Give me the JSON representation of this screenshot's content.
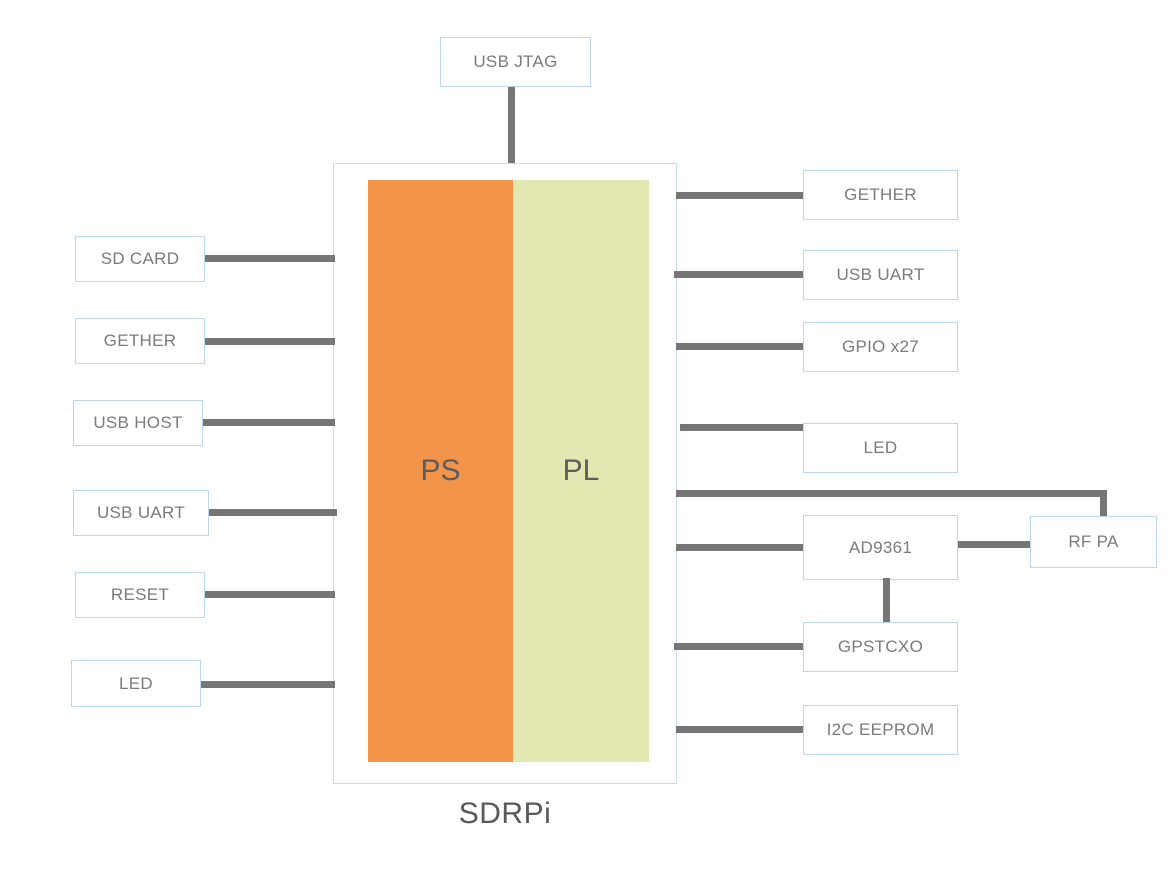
{
  "diagram": {
    "title": "SDRPi",
    "chip": {
      "ps_label": "PS",
      "pl_label": "PL",
      "ps_color": "#F2954A",
      "pl_color": "#E3E8B2",
      "frame_border_color": "#c7dcf3"
    },
    "colors": {
      "box_border": "#bcd6f0",
      "box_text": "#7b7b7b",
      "connector": "#767676",
      "background": "#ffffff"
    },
    "top_nodes": [
      {
        "label": "USB JTAG"
      }
    ],
    "left_nodes": [
      {
        "label": "SD CARD"
      },
      {
        "label": "GETHER"
      },
      {
        "label": "USB HOST"
      },
      {
        "label": "USB UART"
      },
      {
        "label": "RESET"
      },
      {
        "label": "LED"
      }
    ],
    "right_nodes": [
      {
        "label": "GETHER"
      },
      {
        "label": "USB UART"
      },
      {
        "label": "GPIO x27"
      },
      {
        "label": "LED"
      },
      {
        "label": "AD9361"
      },
      {
        "label": "GPSTCXO"
      },
      {
        "label": "I2C EEPROM"
      }
    ],
    "far_right_nodes": [
      {
        "label": "RF PA"
      }
    ],
    "connections": [
      {
        "from": "USB JTAG",
        "to": "SDRPi",
        "orientation": "vertical"
      },
      {
        "from": "SD CARD",
        "to": "SDRPi",
        "orientation": "horizontal"
      },
      {
        "from": "GETHER",
        "to": "SDRPi",
        "orientation": "horizontal"
      },
      {
        "from": "USB HOST",
        "to": "SDRPi",
        "orientation": "horizontal"
      },
      {
        "from": "USB UART",
        "to": "SDRPi",
        "orientation": "horizontal"
      },
      {
        "from": "RESET",
        "to": "SDRPi",
        "orientation": "horizontal"
      },
      {
        "from": "LED",
        "to": "SDRPi",
        "orientation": "horizontal"
      },
      {
        "from": "SDRPi",
        "to": "GETHER",
        "orientation": "horizontal"
      },
      {
        "from": "SDRPi",
        "to": "USB UART",
        "orientation": "horizontal"
      },
      {
        "from": "SDRPi",
        "to": "GPIO x27",
        "orientation": "horizontal"
      },
      {
        "from": "SDRPi",
        "to": "LED",
        "orientation": "horizontal"
      },
      {
        "from": "SDRPi",
        "to": "RF PA",
        "orientation": "elbow"
      },
      {
        "from": "SDRPi",
        "to": "AD9361",
        "orientation": "horizontal"
      },
      {
        "from": "AD9361",
        "to": "RF PA",
        "orientation": "horizontal"
      },
      {
        "from": "AD9361",
        "to": "GPSTCXO",
        "orientation": "vertical"
      },
      {
        "from": "SDRPi",
        "to": "GPSTCXO",
        "orientation": "horizontal"
      },
      {
        "from": "SDRPi",
        "to": "I2C EEPROM",
        "orientation": "horizontal"
      }
    ]
  }
}
